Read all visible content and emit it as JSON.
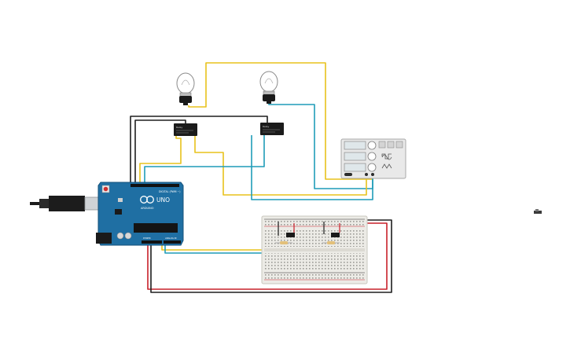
{
  "board": {
    "logo_text": "UNO",
    "brand_text": "ARDUINO",
    "digital_label": "DIGITAL (PWM ~)",
    "power_label": "POWER",
    "analog_label": "ANALOG IN"
  },
  "relays": [
    {
      "brand": "Relay"
    },
    {
      "brand": "Relay"
    }
  ],
  "components": {
    "bulb_left": "light bulb",
    "bulb_right": "light bulb",
    "function_generator": "function generator",
    "breadboard": "breadboard",
    "usb_cable": "usb cable",
    "slide_switch": "slide switch"
  },
  "colors": {
    "wire_yellow": "#e8c21c",
    "wire_teal": "#1f9cb8",
    "wire_black": "#1e1e1e",
    "wire_red": "#c8202a",
    "board_blue": "#1f6fa3",
    "breadboard_bg": "#ecebe6"
  }
}
